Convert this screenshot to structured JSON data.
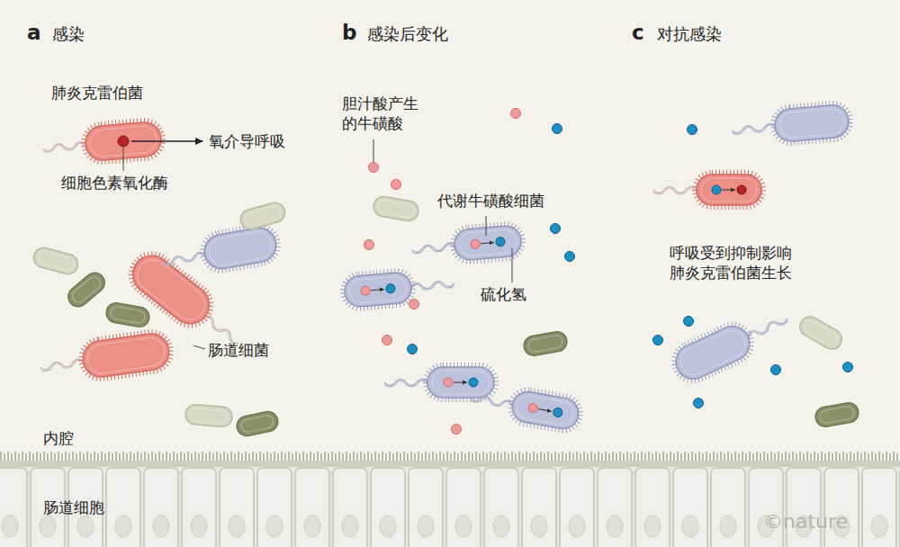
{
  "diagram": {
    "labels": [
      "a",
      "感染",
      "肺炎克雷伯菌",
      "氧介导呼吸",
      "细胞色素氧化酶",
      "肠道细菌",
      "内腔",
      "肠道细胞",
      "b",
      "感染后变化",
      "胆汁酸产生 的牛磺酸",
      "代谢牛磺酸细菌",
      "硫化氢",
      "c",
      "对抗感染",
      "呼吸受到抑制影响 肺炎克雷伯菌生长",
      "©nature"
    ]
  }
}
